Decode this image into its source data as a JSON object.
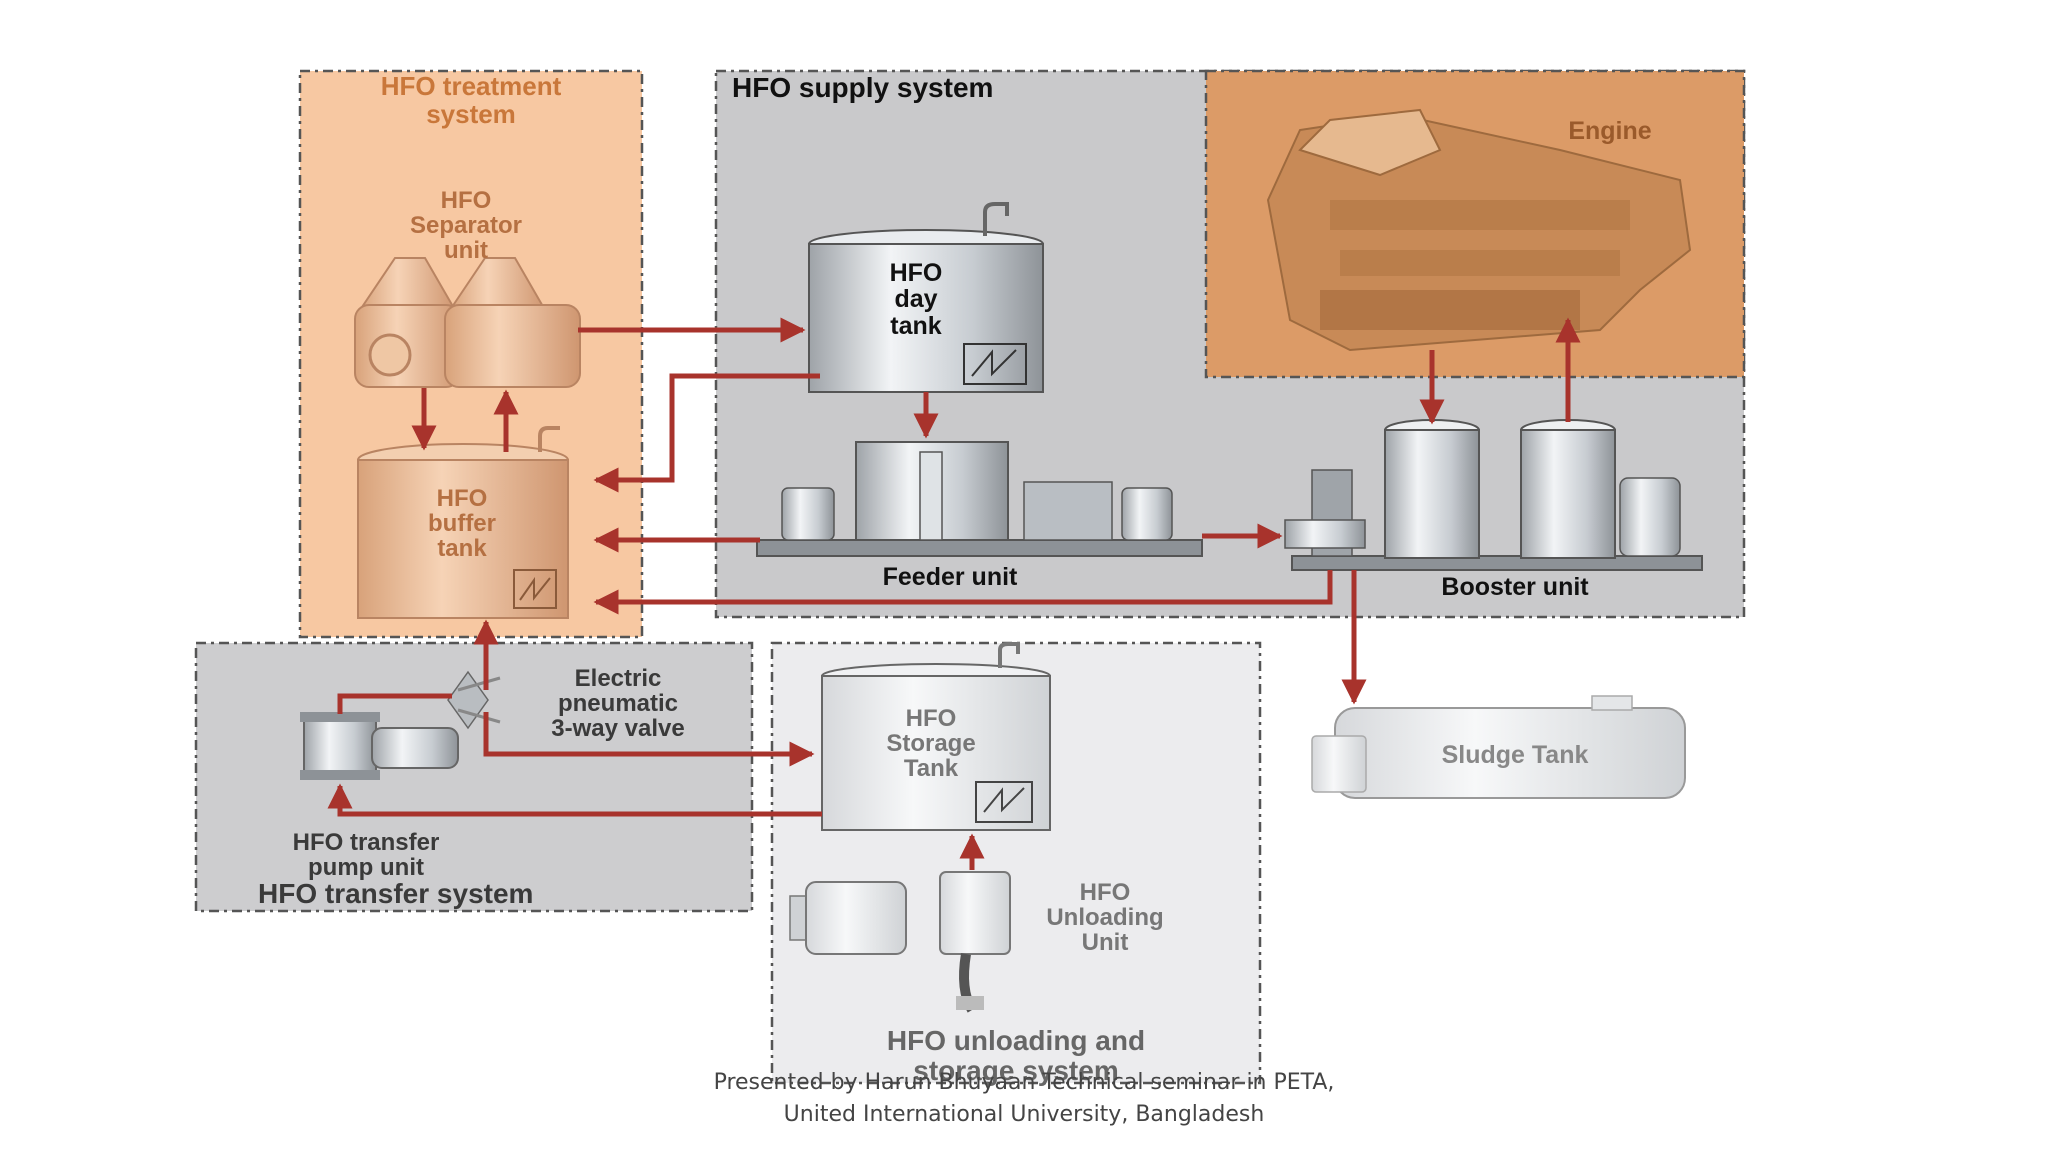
{
  "diagram": {
    "systems": {
      "treatment": "HFO treatment\nsystem",
      "supply": "HFO supply system",
      "transfer": "HFO transfer system",
      "unloading": "HFO unloading and\nstorage system"
    },
    "components": {
      "separator": "HFO\nSeparator\nunit",
      "buffer_tank": "HFO\nbuffer\ntank",
      "day_tank": "HFO\nday\ntank",
      "feeder_unit": "Feeder unit",
      "booster_unit": "Booster unit",
      "engine": "Engine",
      "valve": "Electric\npneumatic\n3-way valve",
      "transfer_pump": "HFO transfer\npump unit",
      "storage_tank": "HFO\nStorage\nTank",
      "unloading_unit": "HFO\nUnloading\nUnit",
      "sludge_tank": "Sludge Tank"
    },
    "colors": {
      "flow_arrow": "#a8332c",
      "treatment_fill": "#f7c8a2",
      "supply_fill": "#c9c9cb",
      "engine_fill": "#dc9b67",
      "transfer_fill": "#cdcdcf",
      "unloading_fill": "#ececee"
    }
  },
  "footer": {
    "line1": "Presented by Harun Bhuyaan  Technical seminar in PETA,",
    "line2": "United International University, Bangladesh"
  }
}
